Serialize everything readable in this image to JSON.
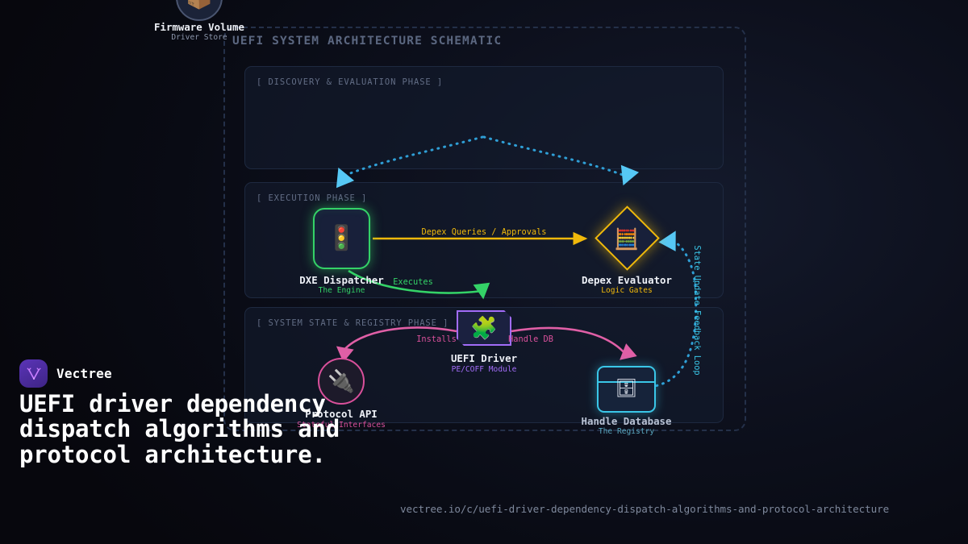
{
  "schematic": {
    "title": "UEFI SYSTEM ARCHITECTURE SCHEMATIC",
    "phases": [
      {
        "label": "[ DISCOVERY & EVALUATION PHASE ]"
      },
      {
        "label": "[ EXECUTION PHASE ]"
      },
      {
        "label": "[ SYSTEM STATE & REGISTRY PHASE ]"
      }
    ],
    "nodes": [
      {
        "id": "firmware-volume",
        "label": "Firmware Volume",
        "sublabel": "Driver Store",
        "icon": "package-icon",
        "glyph": "📦",
        "color": "#4a5570"
      },
      {
        "id": "dxe-dispatcher",
        "label": "DXE Dispatcher",
        "sublabel": "The Engine",
        "icon": "traffic-light-icon",
        "glyph": "🚦",
        "color": "#34d267"
      },
      {
        "id": "depex-evaluator",
        "label": "Depex Evaluator",
        "sublabel": "Logic Gates",
        "icon": "abacus-icon",
        "glyph": "🧮",
        "color": "#f0b90b"
      },
      {
        "id": "uefi-driver",
        "label": "UEFI Driver",
        "sublabel": "PE/COFF Module",
        "icon": "puzzle-piece-icon",
        "glyph": "🧩",
        "color": "#a26cf8"
      },
      {
        "id": "protocol-api",
        "label": "Protocol API",
        "sublabel": "Stateful Interfaces",
        "icon": "plug-icon",
        "glyph": "🔌",
        "color": "#d9509b"
      },
      {
        "id": "handle-database",
        "label": "Handle Database",
        "sublabel": "The Registry",
        "icon": "card-index-icon",
        "glyph": "🗄",
        "color": "#3ac7e8"
      }
    ],
    "edges": [
      {
        "id": "discovery-to-dispatcher",
        "label": "",
        "color": "#2f9fd6"
      },
      {
        "id": "discovery-to-evaluator",
        "label": "",
        "color": "#2f9fd6"
      },
      {
        "id": "depex-queries",
        "label": "Depex Queries / Approvals",
        "color": "#f0b90b"
      },
      {
        "id": "executes",
        "label": "Executes",
        "color": "#34d267"
      },
      {
        "id": "installs",
        "label": "Installs",
        "color": "#d9509b"
      },
      {
        "id": "handle-db",
        "label": "Handle DB",
        "color": "#d9509b"
      },
      {
        "id": "state-feedback",
        "label": "State Update Feedback Loop",
        "color": "#3ac7e8"
      }
    ]
  },
  "brand": {
    "name": "Vectree",
    "logo_icon": "vectree-logo-icon"
  },
  "headline": "UEFI driver dependency dispatch algorithms and protocol architecture.",
  "footer": {
    "url": "vectree.io/c/uefi-driver-dependency-dispatch-algorithms-and-protocol-architecture"
  }
}
